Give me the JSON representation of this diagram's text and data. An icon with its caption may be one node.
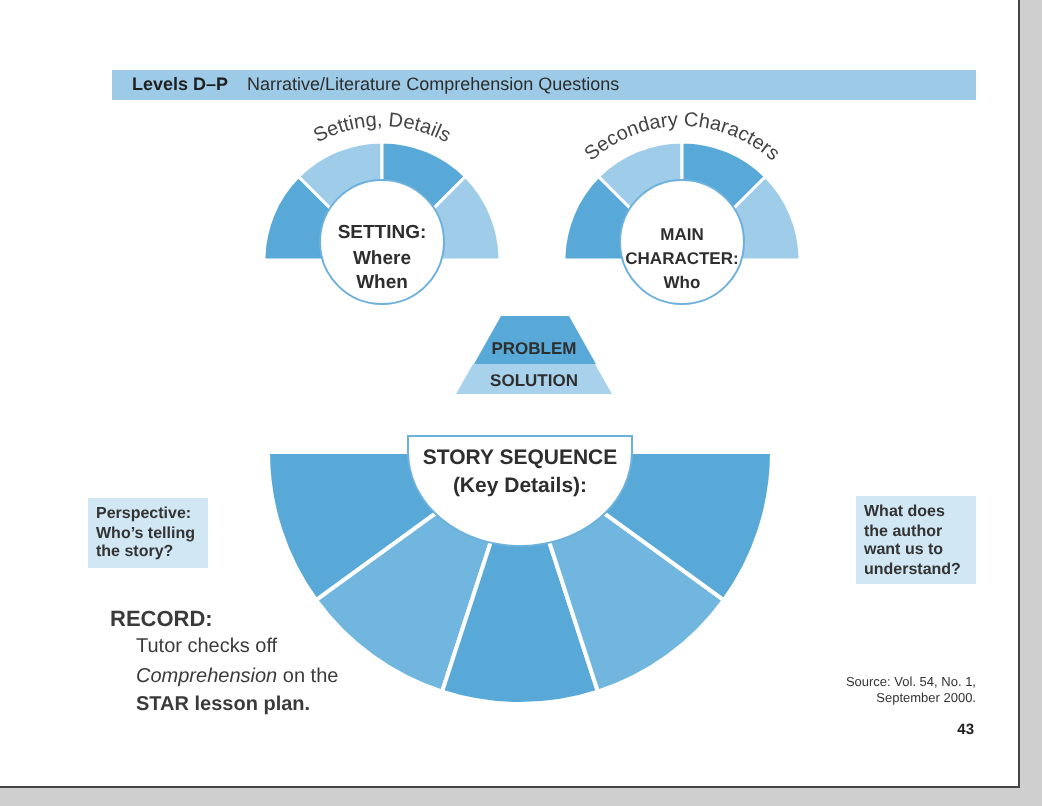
{
  "diagram": {
    "title": "**Levels D–P** Narrative/Literature Comprehension Questions",
    "nodes": [
      {
        "text": [
          "Setting, Details",
          "SETTING: Where When"
        ]
      },
      {
        "text": [
          "Secondary Characters",
          "MAIN CHARACTER: Who"
        ]
      },
      {
        "text": [
          "PROBLEM"
        ]
      },
      {
        "text": [
          "SOLUTION"
        ]
      },
      {
        "text": [
          "STORY SEQUENCE (Key Details):"
        ]
      },
      {
        "text": [
          "Perspective: Who’s telling the story?"
        ]
      },
      {
        "text": [
          "What does the author want us to understand?"
        ]
      }
    ],
    "labels": [
      "RECORD:",
      "Tutor checks off *Comprehension* on the **STAR lesson plan.**",
      "Source: Vol. 54, No. 1, September 2000.",
      "43"
    ]
  }
}
